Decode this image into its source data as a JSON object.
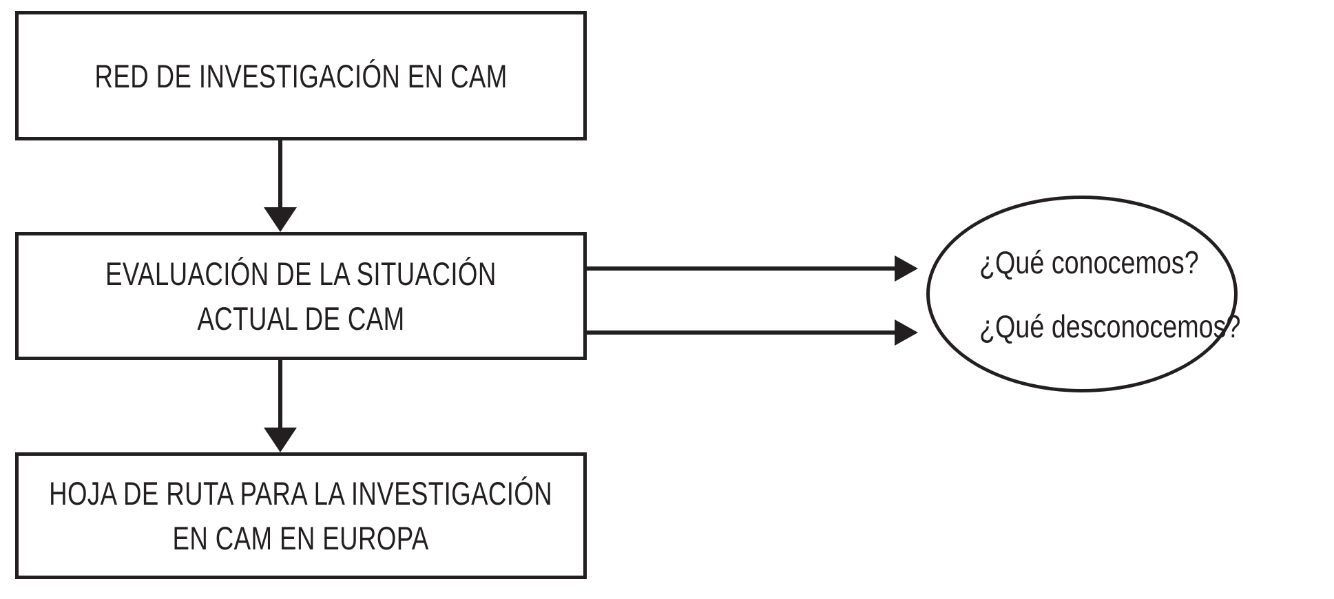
{
  "diagram": {
    "background_color": "#ffffff",
    "ink_color": "#231f20",
    "nodes": {
      "network_box": {
        "shape": "rectangle",
        "label": "RED DE INVESTIGACIÓN EN CAM"
      },
      "evaluation_box": {
        "shape": "rectangle",
        "lines": [
          "EVALUACIÓN DE LA SITUACIÓN",
          "ACTUAL DE CAM"
        ]
      },
      "roadmap_box": {
        "shape": "rectangle",
        "lines": [
          "HOJA DE RUTA PARA LA INVESTIGACIÓN",
          "EN CAM EN EUROPA"
        ]
      },
      "questions_ellipse": {
        "shape": "ellipse",
        "lines": [
          "¿Qué conocemos?",
          "¿Qué desconocemos?"
        ]
      }
    },
    "edges": [
      {
        "from": "network_box",
        "to": "evaluation_box",
        "direction": "down"
      },
      {
        "from": "evaluation_box",
        "to": "roadmap_box",
        "direction": "down"
      },
      {
        "from": "evaluation_box",
        "to": "questions_ellipse",
        "direction": "right"
      },
      {
        "from": "evaluation_box",
        "to": "questions_ellipse",
        "direction": "right"
      }
    ]
  }
}
